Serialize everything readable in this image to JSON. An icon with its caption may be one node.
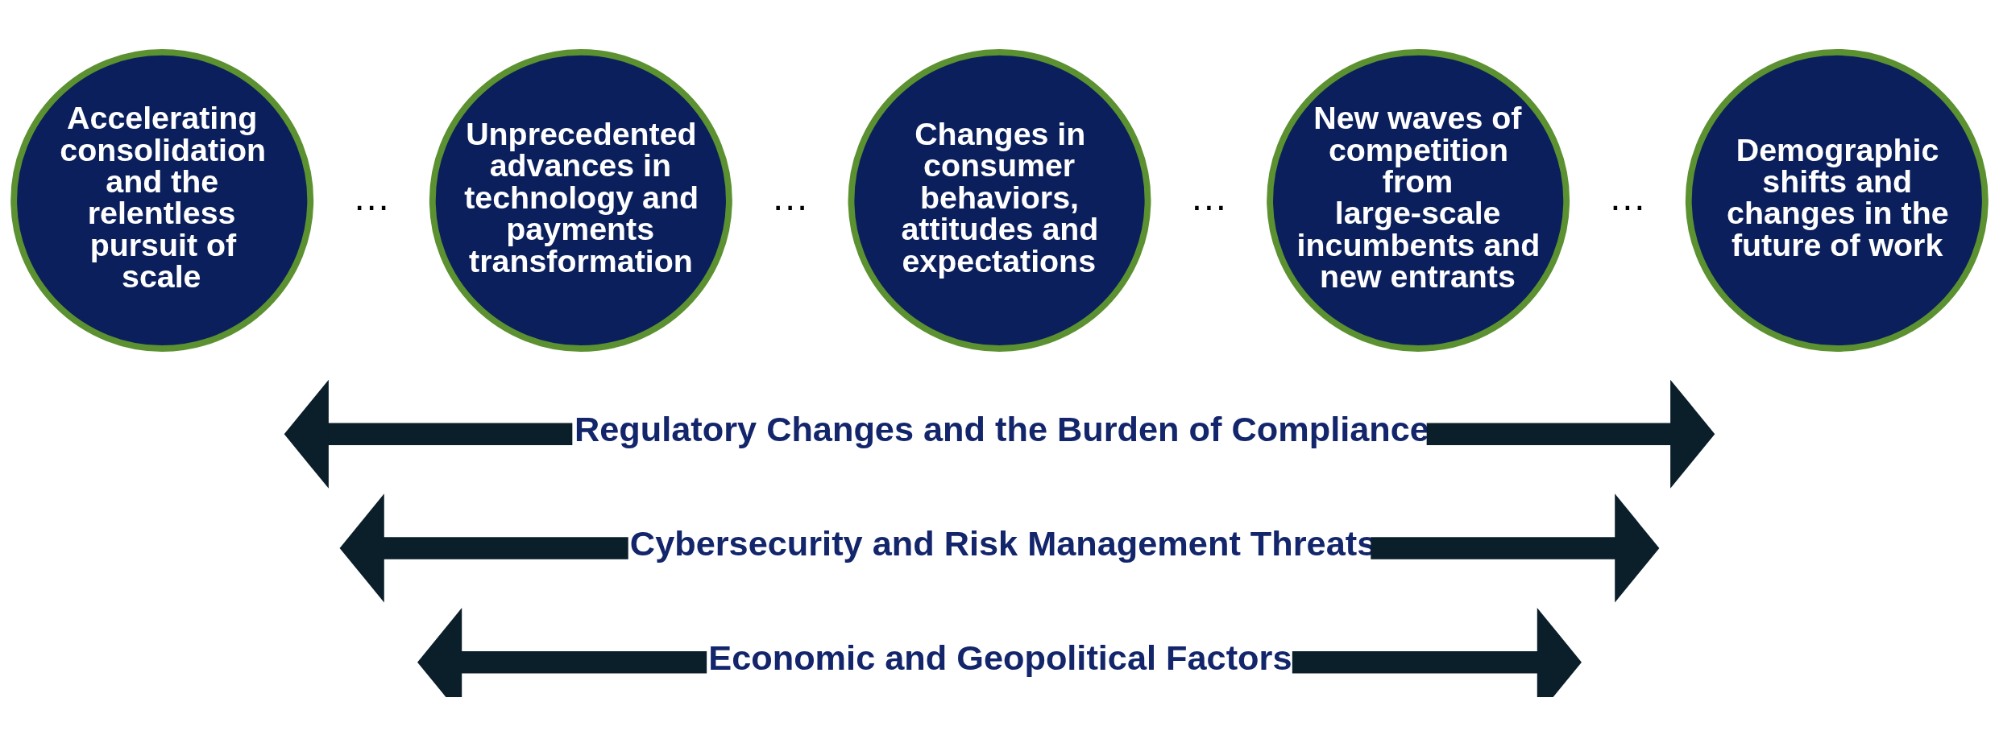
{
  "diagram": {
    "nodes": [
      {
        "text": [
          "Accelerating consolidation and the relentless pursuit of scale"
        ]
      },
      {
        "text": [
          "Unprecedented advances in technology and payments transformation"
        ]
      },
      {
        "text": [
          "Changes in consumer behaviors, attitudes and expectations"
        ]
      },
      {
        "text": [
          "New waves of competition from large-scale incumbents and new entrants"
        ]
      },
      {
        "text": [
          "Demographic shifts and changes in the future of work"
        ]
      },
      {
        "text": [
          "Regulatory Changes and the Burden of Compliance"
        ]
      },
      {
        "text": [
          "Cybersecurity and Risk Management Threats"
        ]
      },
      {
        "text": [
          "Economic and Geopolitical Factors"
        ]
      }
    ],
    "edges": [
      {
        "from": 5,
        "to": null,
        "arrow": "to"
      },
      {
        "from": 5,
        "to": null,
        "arrow": "to"
      },
      {
        "from": 6,
        "to": null,
        "arrow": "to"
      },
      {
        "from": 6,
        "to": null,
        "arrow": "to"
      },
      {
        "from": 7,
        "to": null,
        "arrow": "to"
      },
      {
        "from": 7,
        "to": null,
        "arrow": "to"
      }
    ],
    "labels": [
      "…",
      "…",
      "…",
      "…"
    ]
  }
}
